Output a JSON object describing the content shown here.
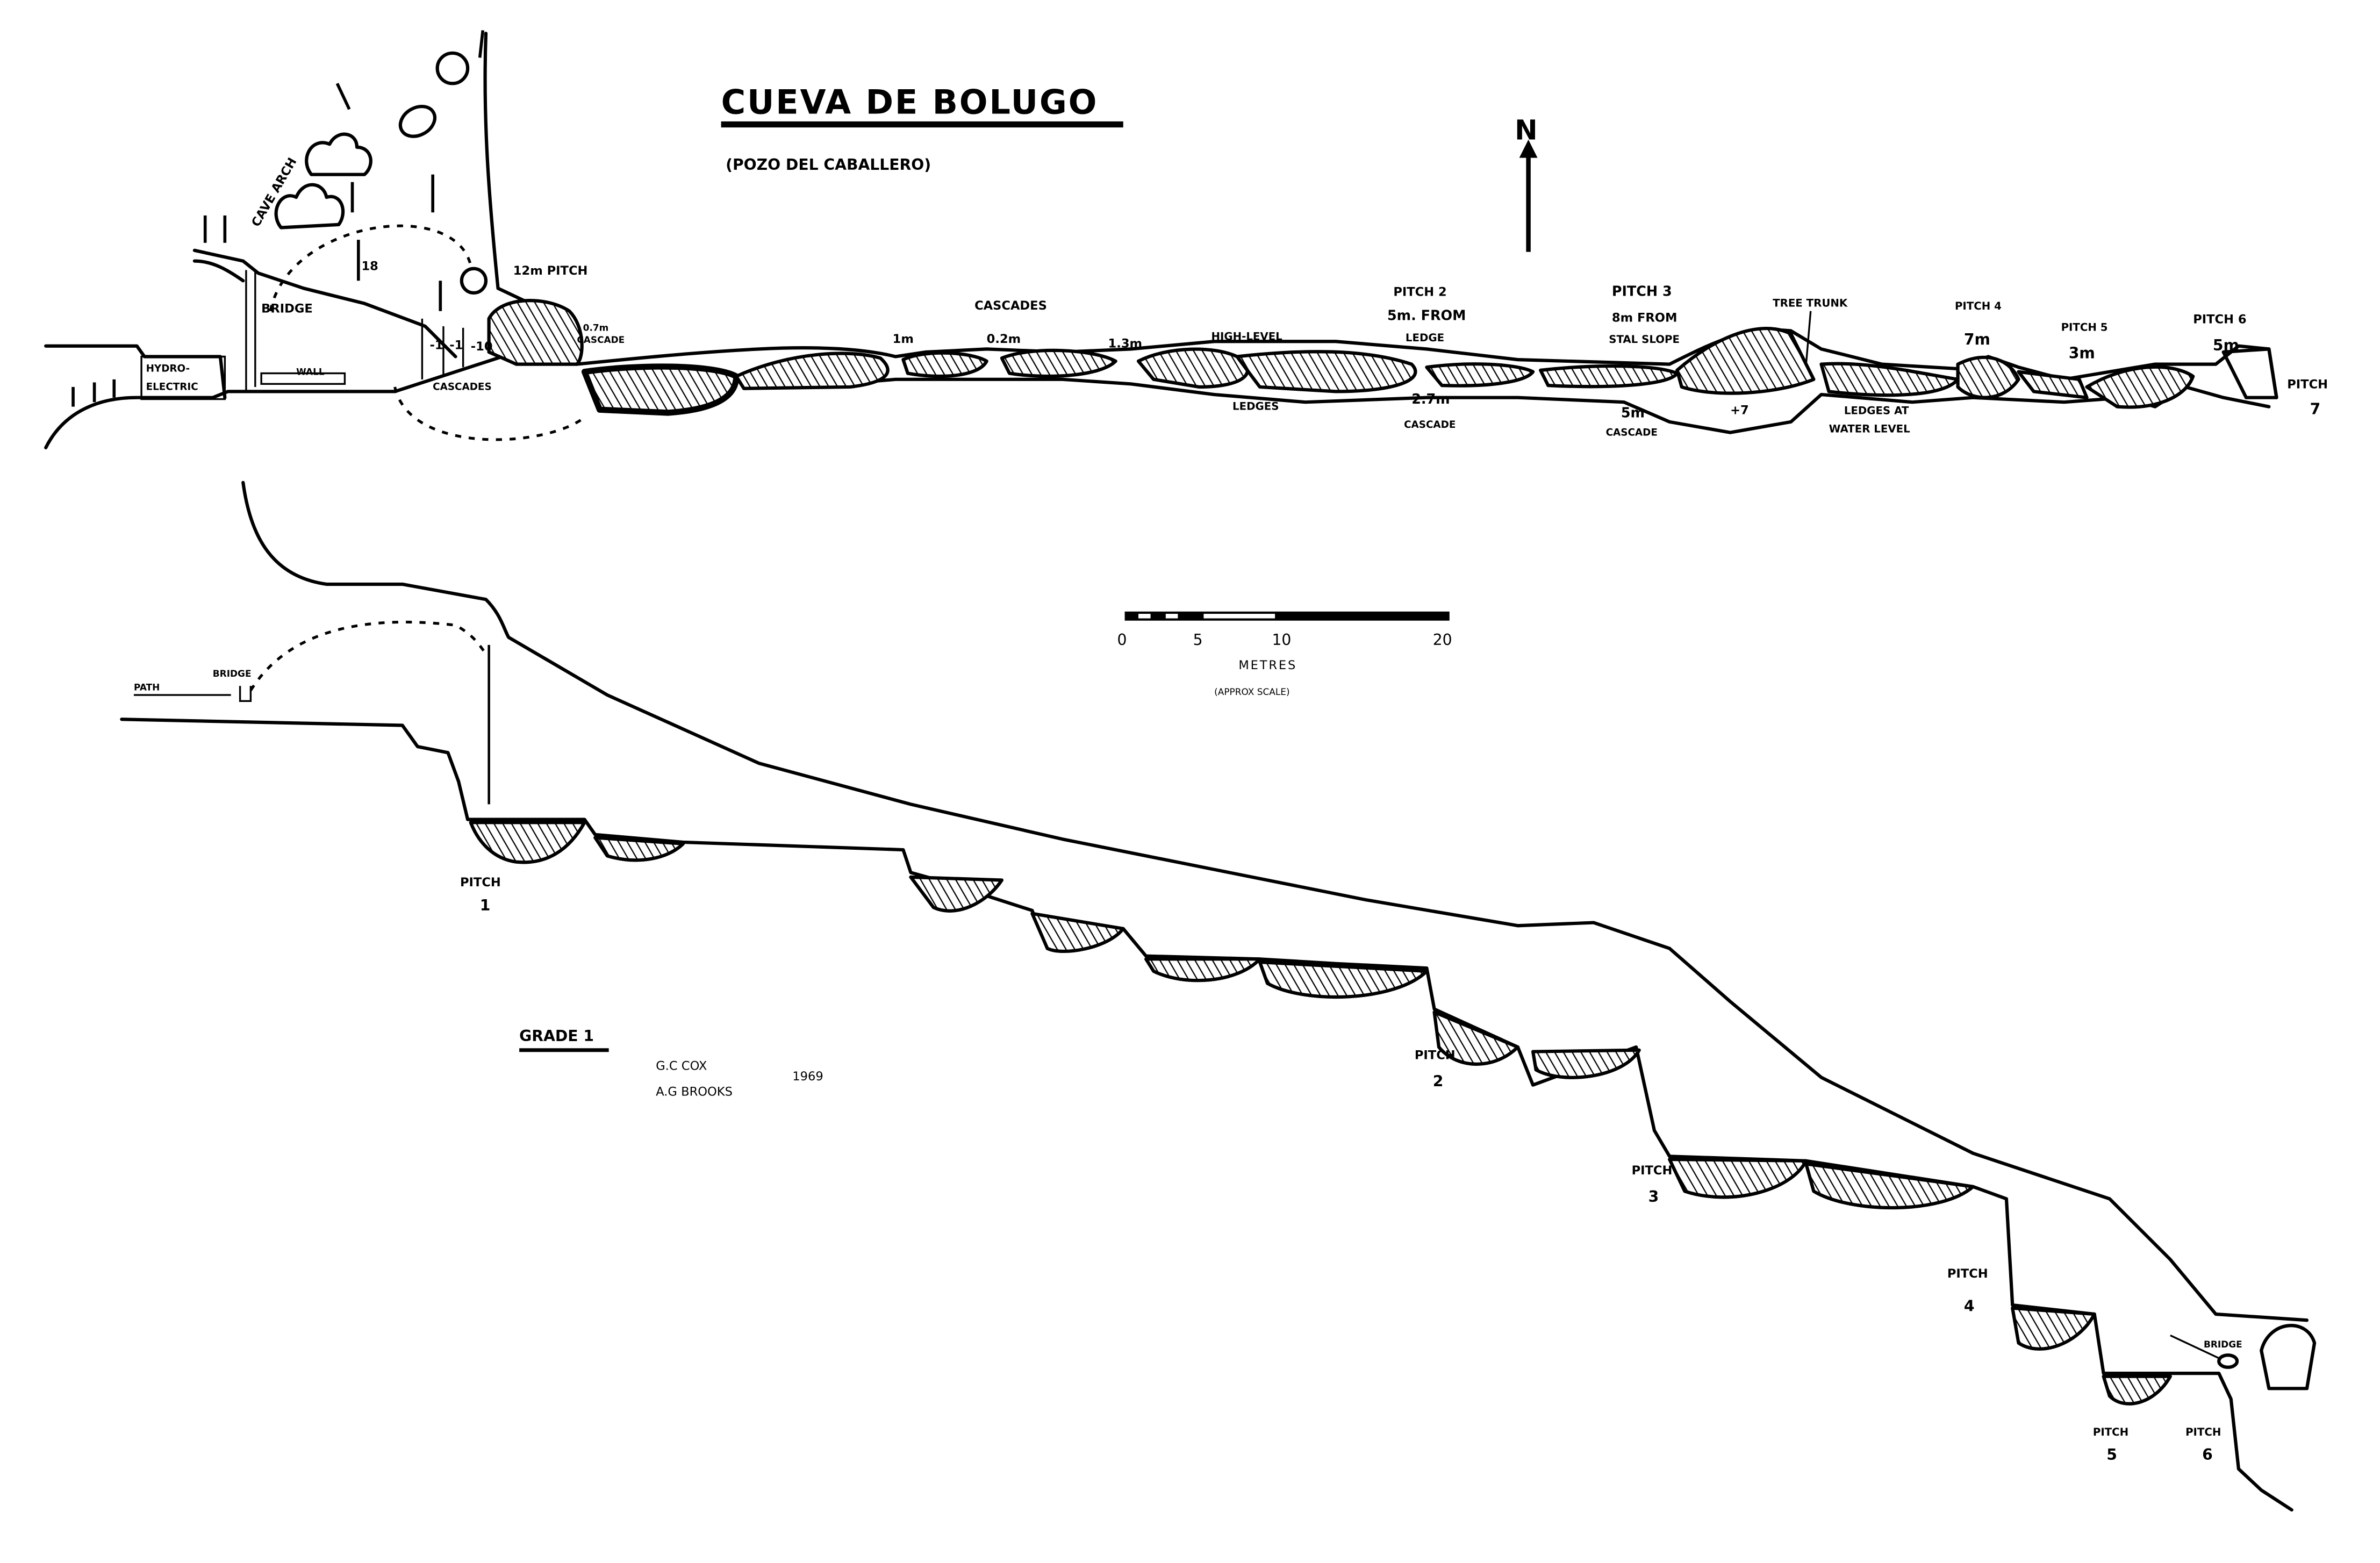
{
  "title": "CUEVA DE BOLUGO",
  "subtitle": "(POZO DEL CABALLERO)",
  "north_label": "N",
  "plan": {
    "labels": {
      "cave_arch": "CAVE ARCH",
      "arrow_mark": "18",
      "pitch_12m": "12m PITCH",
      "bridge": "BRIDGE",
      "wall": "WALL",
      "hydro_1": "HYDRO-",
      "hydro_2": "ELECTRIC",
      "cascades_entrance": "CASCADES",
      "depth_a": "-1",
      "depth_b": "-1",
      "depth_c": "-10",
      "cascade_07_a": "0.7m",
      "cascade_07_b": "CASCADE",
      "cascades": "CASCADES",
      "c_1m": "1m",
      "c_02m": "0.2m",
      "c_13m": "1.3m",
      "high_level": "HIGH-LEVEL",
      "ledges": "LEDGES",
      "pitch2_a": "PITCH 2",
      "pitch2_b": "5m. FROM",
      "pitch2_c": "LEDGE",
      "cascade27_a": "2.7m",
      "cascade27_b": "CASCADE",
      "pitch3_a": "PITCH 3",
      "pitch3_b": "8m FROM",
      "pitch3_c": "STAL SLOPE",
      "cascade5_a": "5m",
      "cascade5_b": "CASCADE",
      "tree_trunk": "TREE TRUNK",
      "plus7": "+7",
      "ledges_water_a": "LEDGES AT",
      "ledges_water_b": "WATER LEVEL",
      "pitch4_a": "PITCH 4",
      "pitch4_b": "7m",
      "pitch5_a": "PITCH 5",
      "pitch5_b": "3m",
      "pitch6_a": "PITCH 6",
      "pitch6_b": "5m",
      "pitch7_a": "PITCH",
      "pitch7_b": "7"
    }
  },
  "scale": {
    "ticks": [
      "0",
      "5",
      "10",
      "20"
    ],
    "unit": "METRES",
    "note": "(APPROX SCALE)"
  },
  "elevation": {
    "path": "PATH",
    "bridge_top": "BRIDGE",
    "bridge_end": "BRIDGE",
    "pitches": [
      {
        "label": "PITCH",
        "num": "1"
      },
      {
        "label": "PITCH",
        "num": "2"
      },
      {
        "label": "PITCH",
        "num": "3"
      },
      {
        "label": "PITCH",
        "num": "4"
      },
      {
        "label": "PITCH",
        "num": "5"
      },
      {
        "label": "PITCH",
        "num": "6"
      }
    ]
  },
  "credits": {
    "grade": "GRADE 1",
    "author1": "G.C COX",
    "author2": "A.G BROOKS",
    "year": "1969"
  }
}
